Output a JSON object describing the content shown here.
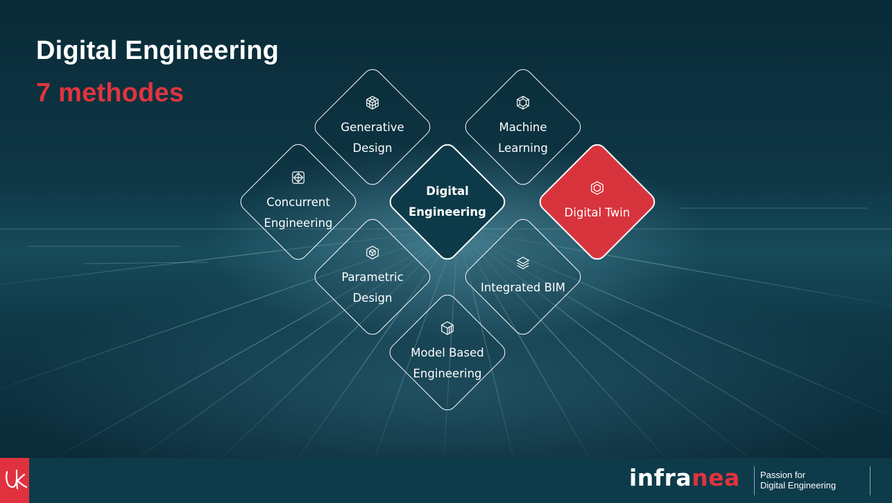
{
  "slide": {
    "title": "Digital Engineering",
    "subtitle": "7 methodes"
  },
  "diagram": {
    "center": {
      "label": "Digital Engineering"
    },
    "methods": [
      {
        "label": "Generative Design",
        "icon": "cube-grid-icon"
      },
      {
        "label": "Machine Learning",
        "icon": "layered-hexagon-icon"
      },
      {
        "label": "Concurrent Engineering",
        "icon": "rotating-frame-icon"
      },
      {
        "label": "Digital Twin",
        "icon": "double-hexagon-icon",
        "highlighted": true
      },
      {
        "label": "Parametric Design",
        "icon": "wireframe-cube-icon"
      },
      {
        "label": "Integrated BIM",
        "icon": "stacked-layers-icon"
      },
      {
        "label": "Model Based Engineering",
        "icon": "isometric-box-icon"
      }
    ],
    "highlight_color": "#d8343d"
  },
  "footer": {
    "brand_part1": "infra",
    "brand_part2": "nea",
    "tagline_line1": "Passion for",
    "tagline_line2": "Digital Engineering",
    "accent_color": "#e0343f"
  }
}
